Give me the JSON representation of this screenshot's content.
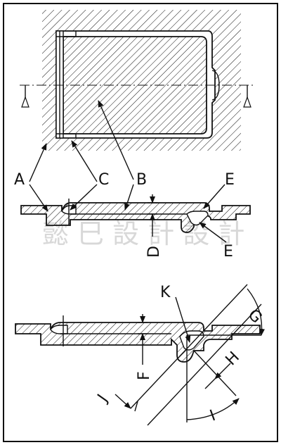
{
  "labels": {
    "A": "A",
    "B": "B",
    "C": "C",
    "D": "D",
    "E_top": "E",
    "E_bottom": "E",
    "F": "F",
    "G": "G",
    "H": "H",
    "I": "I",
    "J": "J",
    "K": "K"
  },
  "watermark": "懿 巳 設 計 設 計",
  "colors": {
    "ink": "#111111",
    "paper": "#ffffff",
    "watermark": "#d8d8d8"
  }
}
